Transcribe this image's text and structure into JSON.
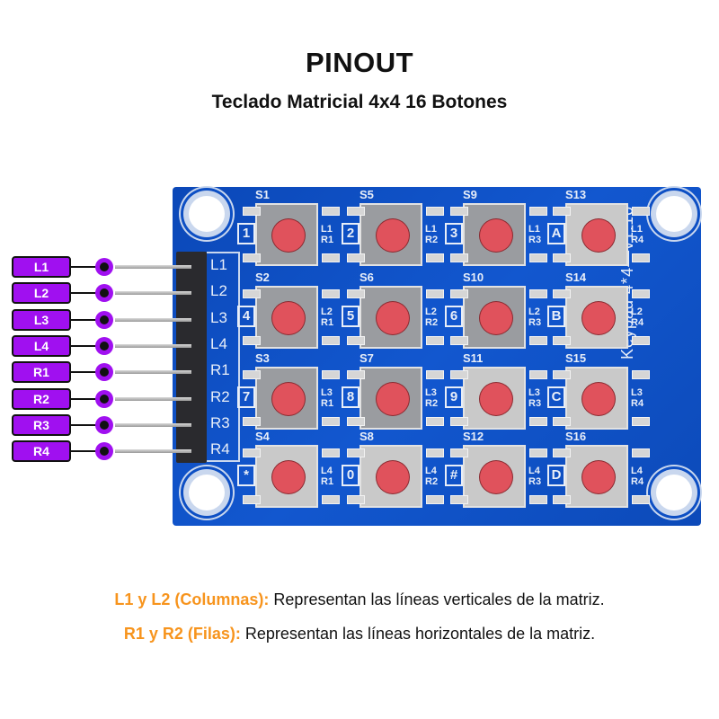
{
  "header": {
    "title": "PINOUT",
    "subtitle": "Teclado Matricial 4x4 16 Botones"
  },
  "pins": [
    {
      "label": "L1"
    },
    {
      "label": "L2"
    },
    {
      "label": "L3"
    },
    {
      "label": "L4"
    },
    {
      "label": "R1"
    },
    {
      "label": "R2"
    },
    {
      "label": "R3"
    },
    {
      "label": "R4"
    }
  ],
  "board": {
    "silkscreen_header_labels": [
      "L1",
      "L2",
      "L3",
      "L4",
      "R1",
      "R2",
      "R3",
      "R4"
    ],
    "model_text": "Keypad 4*4—v1.10",
    "keys": [
      {
        "switch": "S1",
        "symbol": "1",
        "lines": "L1 R1"
      },
      {
        "switch": "S5",
        "symbol": "2",
        "lines": "L1 R2"
      },
      {
        "switch": "S9",
        "symbol": "3",
        "lines": "L1 R3"
      },
      {
        "switch": "S13",
        "symbol": "A",
        "lines": "L1 R4"
      },
      {
        "switch": "S2",
        "symbol": "4",
        "lines": "L2 R1"
      },
      {
        "switch": "S6",
        "symbol": "5",
        "lines": "L2 R2"
      },
      {
        "switch": "S10",
        "symbol": "6",
        "lines": "L2 R3"
      },
      {
        "switch": "S14",
        "symbol": "B",
        "lines": "L2 R4"
      },
      {
        "switch": "S3",
        "symbol": "7",
        "lines": "L3 R1"
      },
      {
        "switch": "S7",
        "symbol": "8",
        "lines": "L3 R2"
      },
      {
        "switch": "S11",
        "symbol": "9",
        "lines": "L3 R3"
      },
      {
        "switch": "S15",
        "symbol": "C",
        "lines": "L3 R4"
      },
      {
        "switch": "S4",
        "symbol": "*",
        "lines": "L4 R1"
      },
      {
        "switch": "S8",
        "symbol": "0",
        "lines": "L4 R2"
      },
      {
        "switch": "S12",
        "symbol": "#",
        "lines": "L4 R3"
      },
      {
        "switch": "S16",
        "symbol": "D",
        "lines": "L4 R4"
      }
    ]
  },
  "notes": [
    {
      "highlight": "L1 y L2 (Columnas):",
      "text": " Representan las líneas verticales de la matriz."
    },
    {
      "highlight": "R1 y R2 (Filas):",
      "text": " Representan las líneas horizontales de la matriz."
    }
  ],
  "colors": {
    "pin_label": "#a010f0",
    "board": "#0d4fc4",
    "button": "#e0525c",
    "note_highlight": "#f7941d"
  }
}
